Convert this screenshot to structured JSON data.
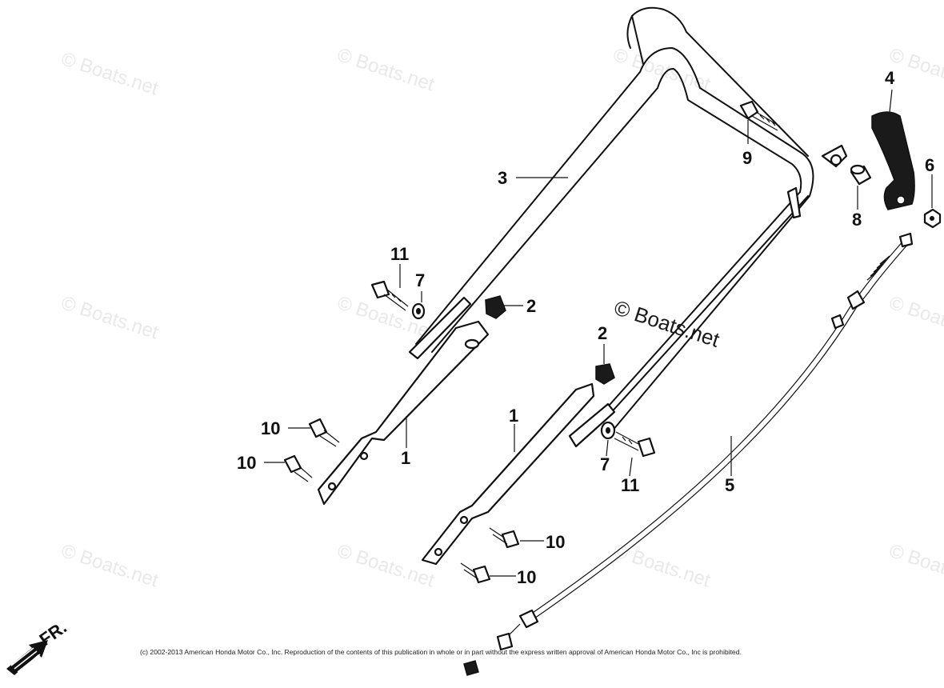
{
  "watermark": {
    "text": "© Boats.net",
    "center_text": "© Boats.net"
  },
  "callouts": {
    "c1a": "1",
    "c1b": "1",
    "c2a": "2",
    "c2b": "2",
    "c3": "3",
    "c4": "4",
    "c5": "5",
    "c6": "6",
    "c7a": "7",
    "c7b": "7",
    "c8": "8",
    "c9": "9",
    "c10a": "10",
    "c10b": "10",
    "c10c": "10",
    "c10d": "10",
    "c11a": "11",
    "c11b": "11"
  },
  "front_indicator": "FR.",
  "copyright": "(c) 2002-2013 American Honda Motor Co., Inc. Reproduction of the contents of this publication in whole or in part without the express written approval of American Honda Motor Co., Inc is prohibited."
}
